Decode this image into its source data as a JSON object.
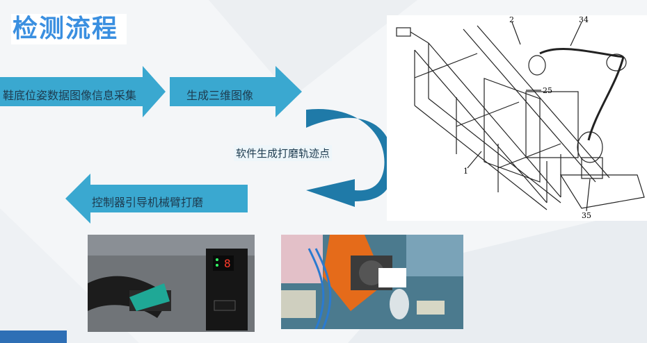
{
  "title": "检测流程",
  "steps": {
    "step1": "鞋底位姿数据图像信息采集",
    "step2": "生成三维图像",
    "step3": "软件生成打磨轨迹点",
    "step4": "控制器引导机械臂打磨"
  },
  "drawing": {
    "callouts": [
      "2",
      "34",
      "25",
      "1",
      "35"
    ]
  },
  "colors": {
    "title": "#3a8fe0",
    "arrow": "#3aa8d0",
    "curve": "#1f7aa8",
    "bar": "#2e6fb5"
  },
  "photos": {
    "left": {
      "display": "8"
    }
  }
}
